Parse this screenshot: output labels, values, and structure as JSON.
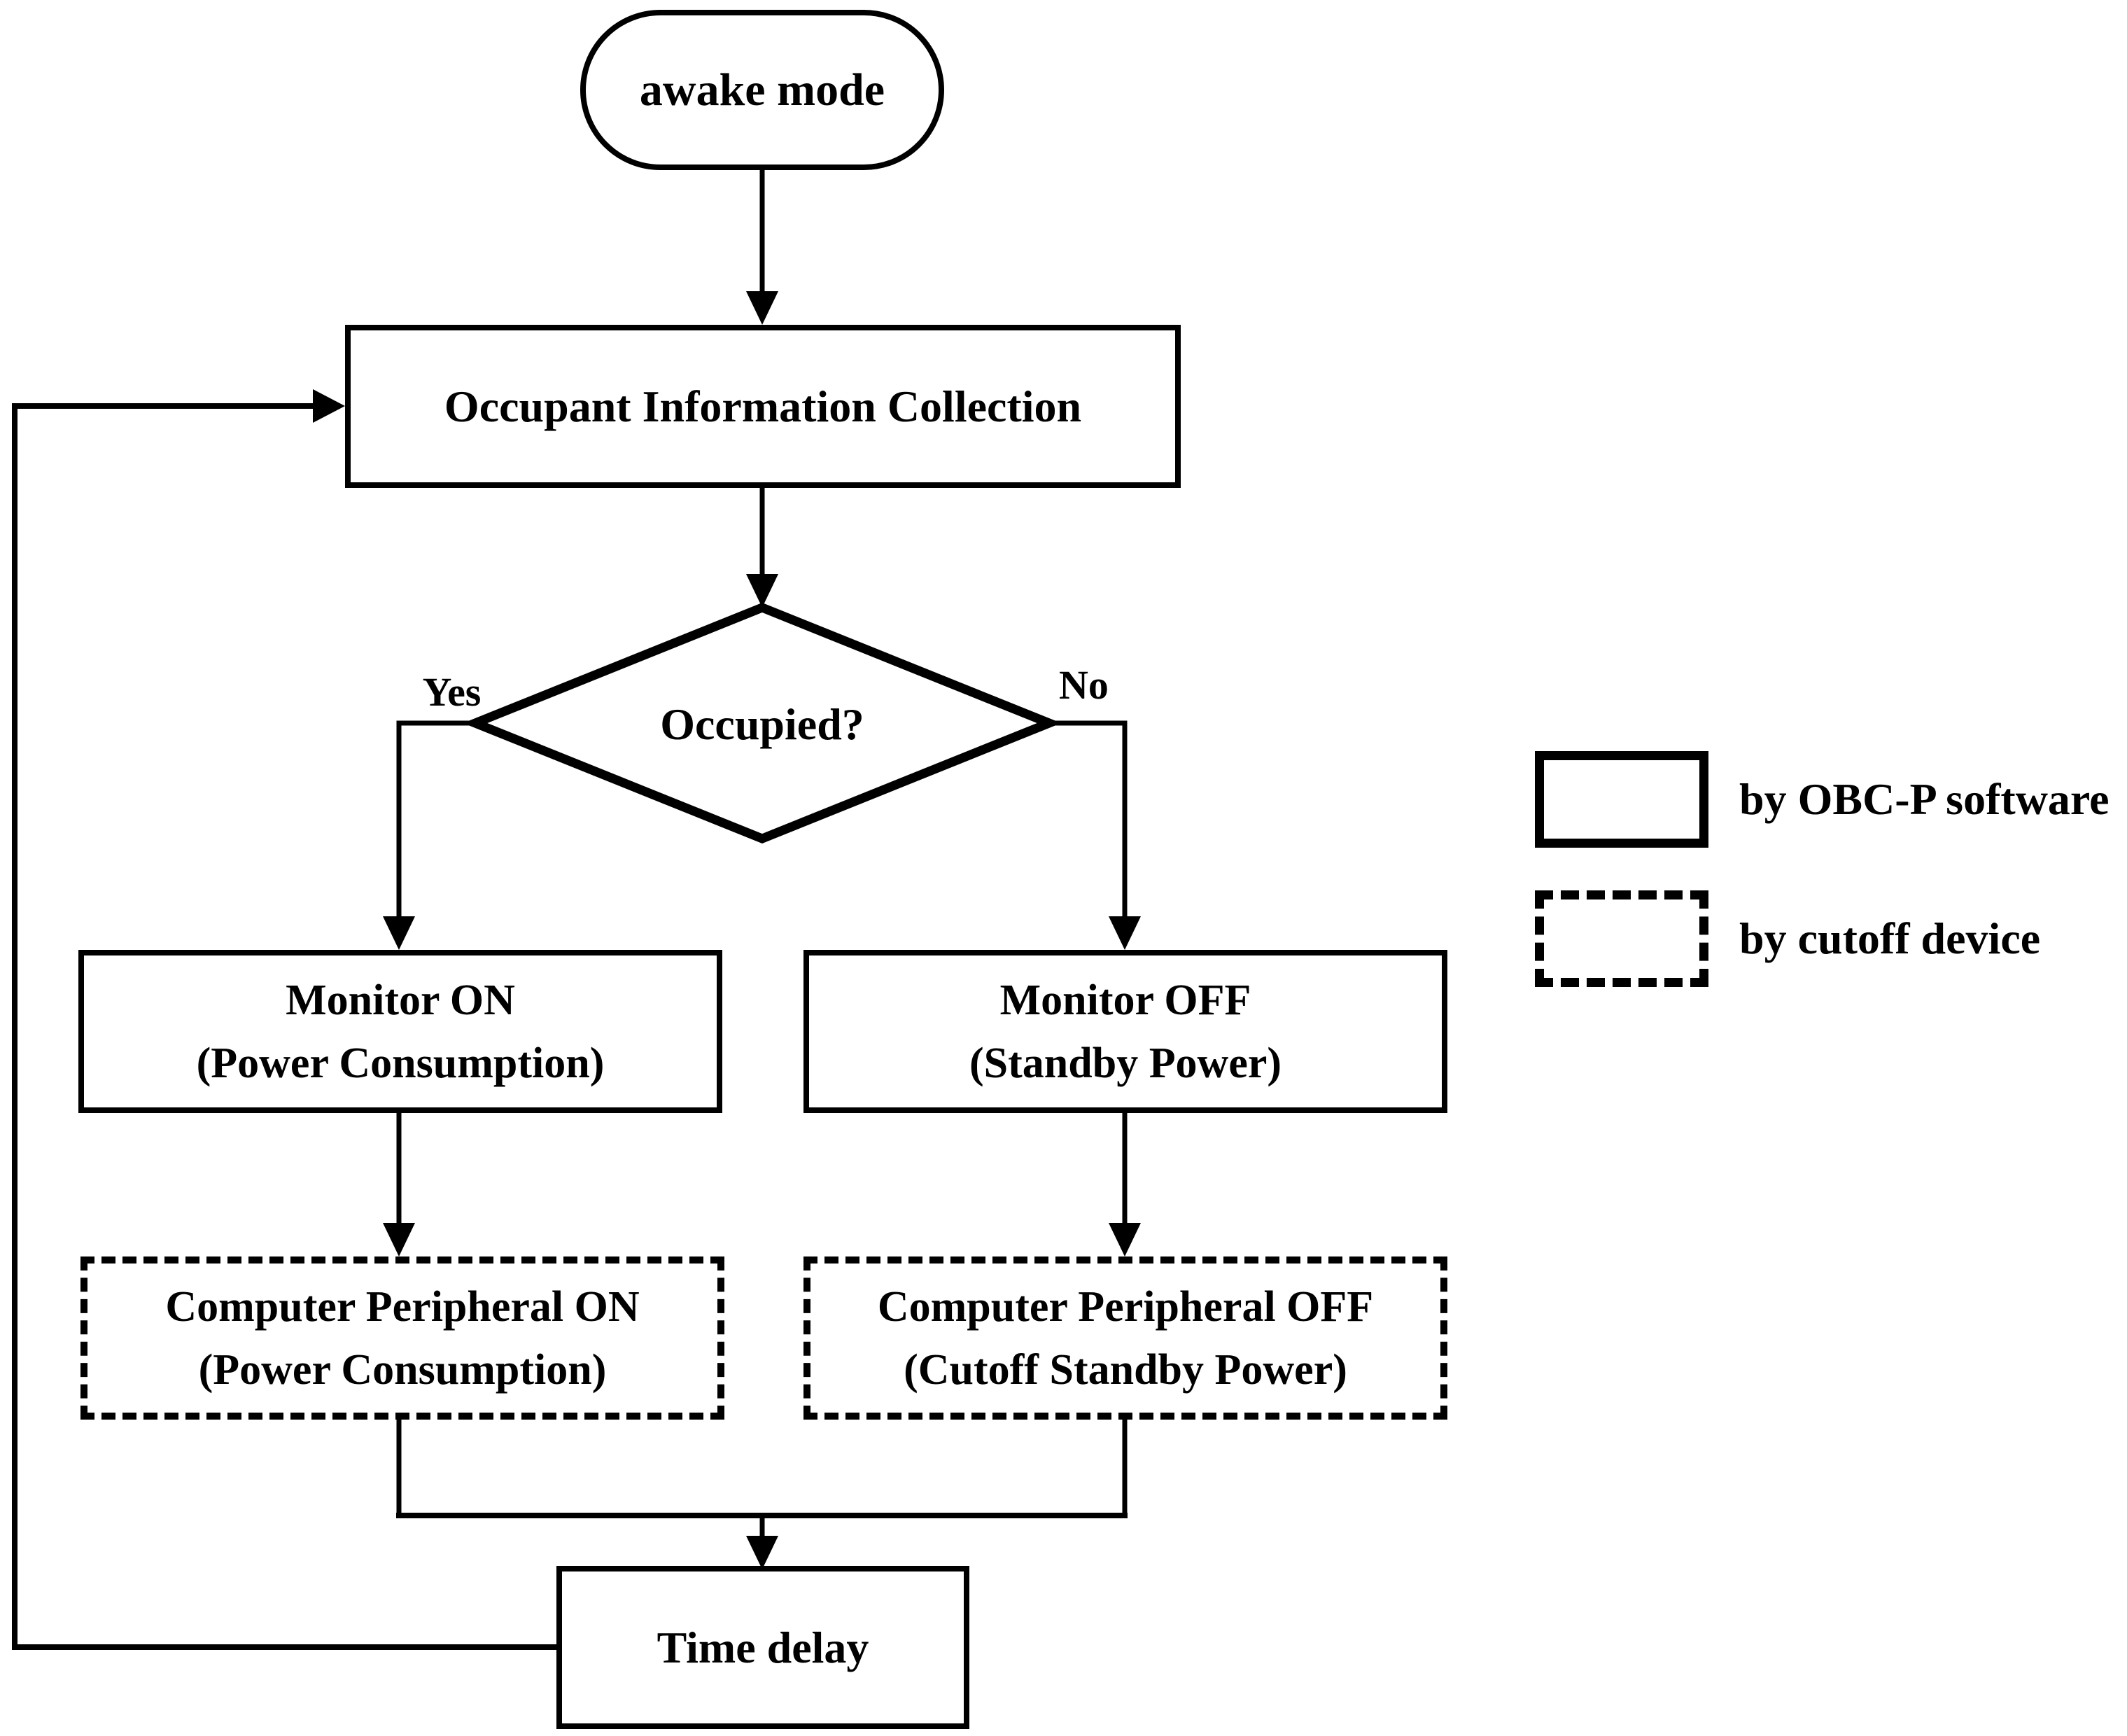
{
  "page": {
    "background": "#ffffff",
    "ink": "#000000"
  },
  "flowchart": {
    "start": {
      "label": "awake mode"
    },
    "collect": {
      "label": "Occupant Information Collection"
    },
    "decision": {
      "label": "Occupied?",
      "yes_label": "Yes",
      "no_label": "No"
    },
    "monitor_on": {
      "line1": "Monitor ON",
      "line2": "(Power Consumption)"
    },
    "monitor_off": {
      "line1": "Monitor OFF",
      "line2": "(Standby Power)"
    },
    "peripheral_on": {
      "line1": "Computer Peripheral ON",
      "line2": "(Power Consumption)"
    },
    "peripheral_off": {
      "line1": "Computer Peripheral OFF",
      "line2": "(Cutoff Standby Power)"
    },
    "time_delay": {
      "label": "Time delay"
    }
  },
  "legend": {
    "items": [
      {
        "swatch": "solid-rectangle",
        "label": "by OBC-P software"
      },
      {
        "swatch": "dashed-rectangle",
        "label": "by cutoff device"
      }
    ]
  }
}
